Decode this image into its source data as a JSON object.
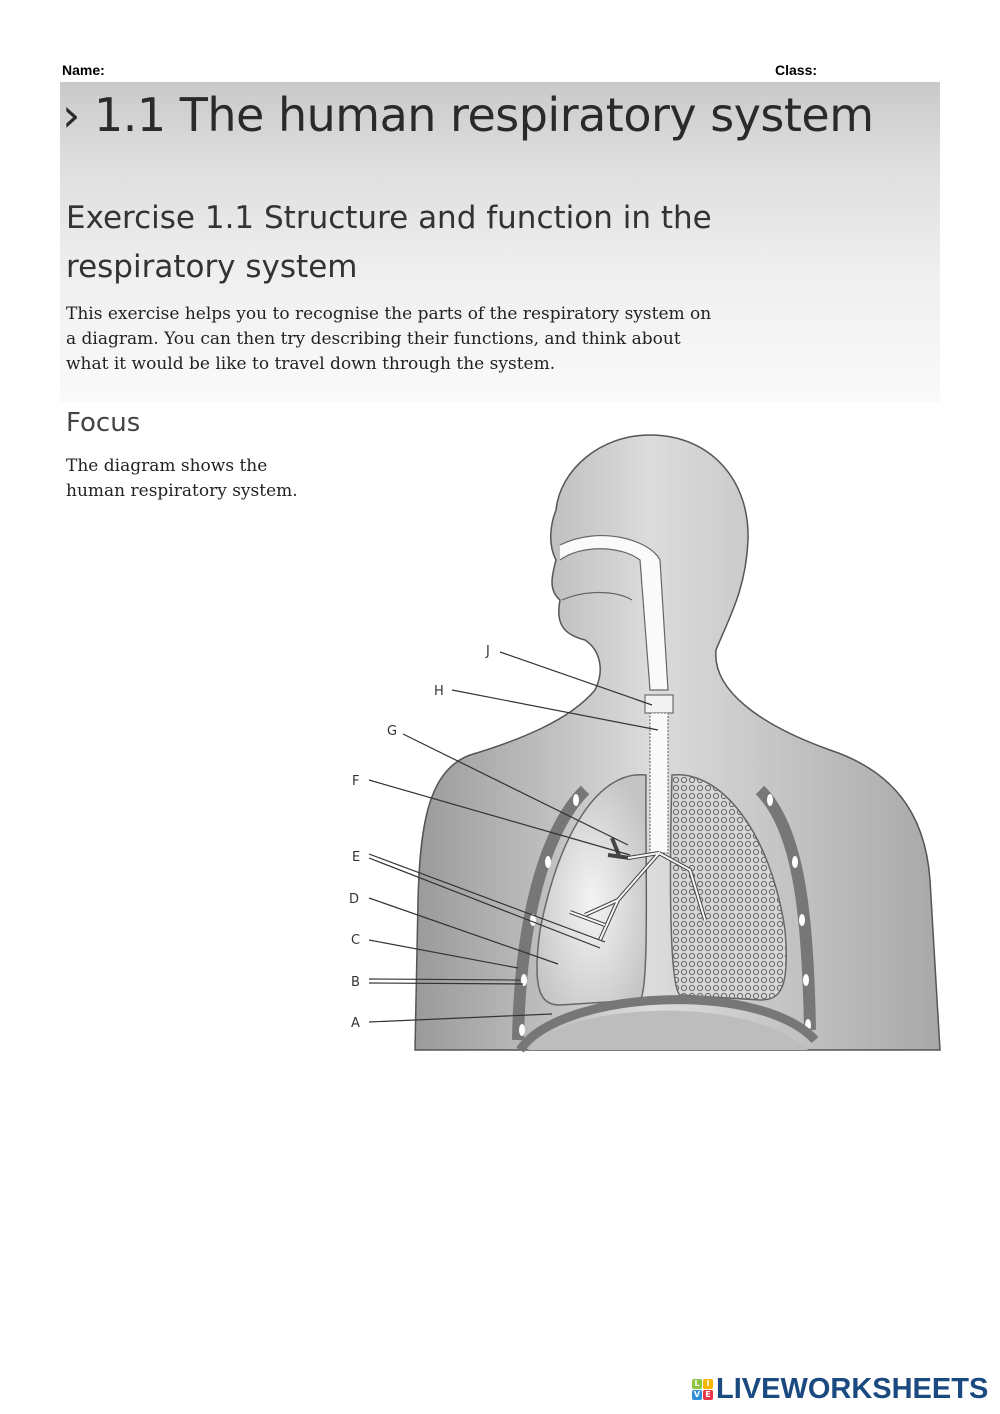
{
  "header": {
    "name_label": "Name:",
    "class_label": "Class:"
  },
  "title": "› 1.1 The human respiratory system",
  "exercise_title": "Exercise 1.1 Structure and function in the respiratory system",
  "intro": "This exercise helps you to recognise the parts of the respiratory system on a diagram. You can then try describing their functions, and think about what it would be like to travel down through the system.",
  "focus": {
    "heading": "Focus",
    "text": "The diagram shows the human respiratory system."
  },
  "diagram": {
    "labels": [
      "J",
      "H",
      "G",
      "F",
      "E",
      "D",
      "C",
      "B",
      "A"
    ]
  },
  "logo": {
    "text": "LIVEWORKSHEETS",
    "badge": [
      "L",
      "I",
      "V",
      "E"
    ],
    "color": "#1a4a7f"
  }
}
